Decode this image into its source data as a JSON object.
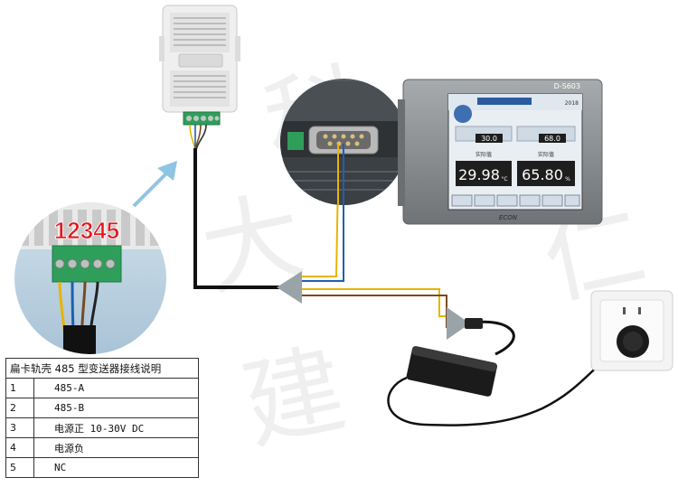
{
  "terminal_label": "12345",
  "hmi": {
    "model": "D-S603",
    "header_time": "2018",
    "brand": "ECON",
    "readings": [
      {
        "setpoint": "30.0",
        "actual": "29.98",
        "unit": "°C",
        "label": "实际值"
      },
      {
        "setpoint": "68.0",
        "actual": "65.80",
        "unit": "%",
        "label": "实际值"
      }
    ]
  },
  "table": {
    "caption": "扁卡轨壳 485 型变送器接线说明",
    "rows": [
      {
        "num": "1",
        "desc": "485-A"
      },
      {
        "num": "2",
        "desc": "485-B"
      },
      {
        "num": "3",
        "desc": "电源正 10-30V DC"
      },
      {
        "num": "4",
        "desc": "电源负"
      },
      {
        "num": "5",
        "desc": "NC"
      }
    ]
  },
  "watermark": [
    "建",
    "大",
    "仁",
    "科"
  ],
  "colors": {
    "sensor_housing": "#eeeeee",
    "terminal_block": "#2f9e5a",
    "cable_black": "#111111",
    "wire_yellow": "#e8b400",
    "wire_blue": "#1f5fb0",
    "wire_brown": "#7a4a20",
    "arrow_blue": "#8fc4e3",
    "arrow_gray": "#9aa3a8",
    "hmi_bezel": "#8c8f91",
    "hmi_screen": "#e9eef3",
    "label_red": "#e4161c"
  },
  "icons": [
    "sensor-device",
    "terminal-block",
    "db9-connector",
    "touch-panel-hmi",
    "power-adapter",
    "wall-socket",
    "plug-icon",
    "arrow-icon"
  ]
}
